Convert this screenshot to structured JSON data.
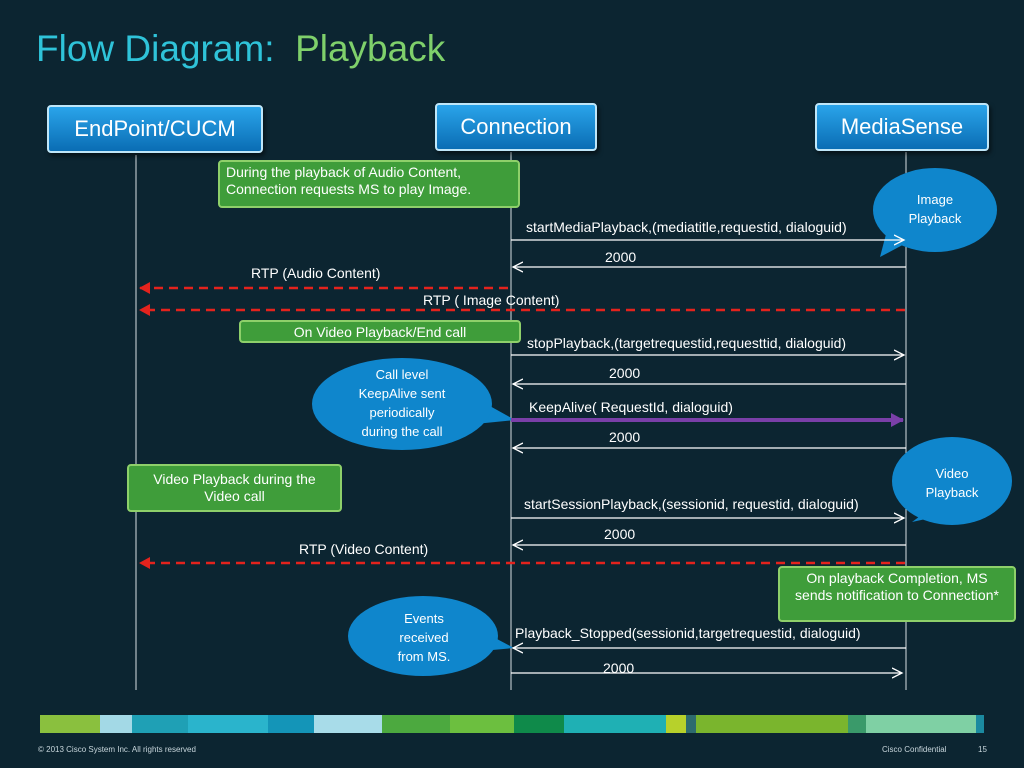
{
  "title": {
    "part1": "Flow Diagram:",
    "part2": "Playback"
  },
  "actors": {
    "endpoint": "EndPoint/CUCM",
    "connection": "Connection",
    "mediasense": "MediaSense"
  },
  "notes": {
    "during_playback": "During the playback of Audio Content, Connection requests MS to play Image.",
    "video_end": "On Video Playback/End call",
    "video_during_call": "Video Playback during the Video call",
    "completion": "On playback Completion, MS sends notification to Connection*"
  },
  "bubbles": {
    "image_playback": [
      "Image",
      "Playback"
    ],
    "keepalive": [
      "Call level",
      "KeepAlive sent",
      "periodically",
      "during the call"
    ],
    "video_playback": [
      "Video",
      "Playback"
    ],
    "events": [
      "Events",
      "received",
      "from MS."
    ]
  },
  "messages": {
    "start_media": "startMediaPlayback,(mediatitle,requestid, dialoguid)",
    "resp1": "2000",
    "rtp_audio": "RTP (Audio Content)",
    "rtp_image": "RTP ( Image Content)",
    "stop_playback": "stopPlayback,(targetrequestid,requesttid, dialoguid)",
    "resp2": "2000",
    "keepalive": "KeepAlive( RequestId, dialoguid)",
    "resp3": "2000",
    "start_session": "startSessionPlayback,(sessionid, requestid, dialoguid)",
    "resp4": "2000",
    "rtp_video": "RTP (Video Content)",
    "playback_stopped": "Playback_Stopped(sessionid,targetrequestid, dialoguid)",
    "resp5": "2000"
  },
  "footer": {
    "copyright": "© 2013 Cisco System Inc. All rights reserved",
    "confidential": "Cisco Confidential",
    "page": "15"
  },
  "colors": {
    "background": "#0c2531",
    "title": "#2fc3d9",
    "accent": "#7fd06b",
    "rtp": "#e4231d",
    "keepalive": "#6a3a98",
    "note": "#3f9d3a",
    "bubble": "#0f86cc"
  }
}
